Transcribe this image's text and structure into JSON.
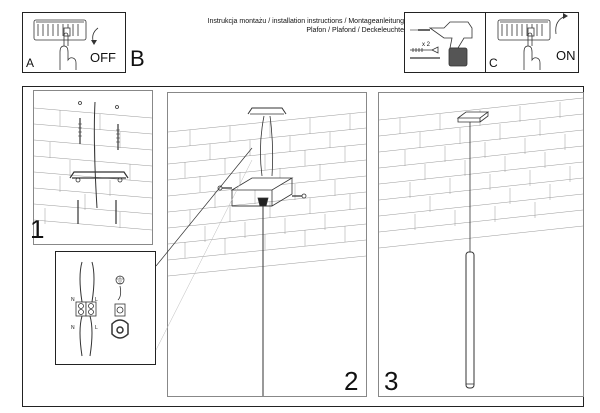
{
  "header": {
    "line1": "Instrukcja montażu / installation instructions / Montageanleitung",
    "line2": "Plafon / Plafond / Deckeleuchte"
  },
  "step_a": {
    "letter": "A",
    "label": "OFF"
  },
  "step_b": {
    "letter": "B",
    "quantity": "x 2"
  },
  "step_c": {
    "letter": "C",
    "label": "ON"
  },
  "steps": [
    "1",
    "2",
    "3"
  ],
  "wiring": {
    "n_top": "N",
    "l_top": "L",
    "n_bottom": "N",
    "l_bottom": "L"
  }
}
